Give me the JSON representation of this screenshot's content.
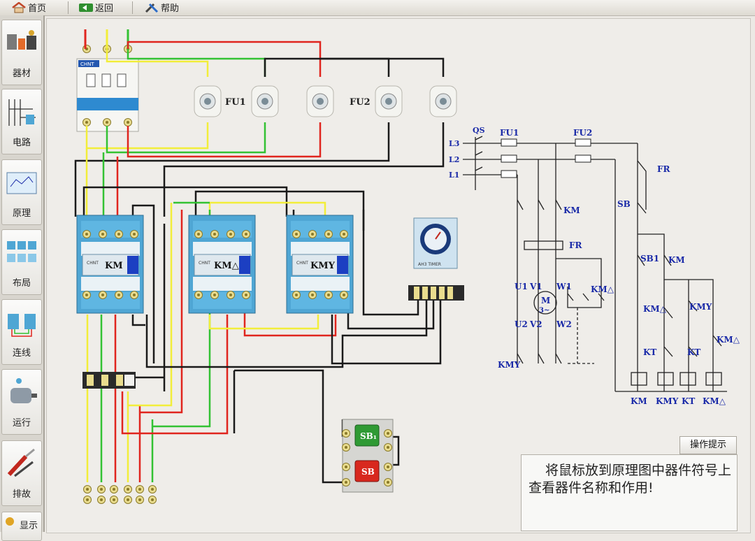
{
  "toolbar": {
    "home_label": "首页",
    "back_label": "返回",
    "help_label": "帮助"
  },
  "sidebar": {
    "items": [
      {
        "label": "器材"
      },
      {
        "label": "电路"
      },
      {
        "label": "原理"
      },
      {
        "label": "布局"
      },
      {
        "label": "连线"
      },
      {
        "label": "运行"
      },
      {
        "label": "排故"
      },
      {
        "label": "显示"
      }
    ]
  },
  "wiring": {
    "breaker_brand": "CHNT",
    "fuse1_label": "FU1",
    "fuse2_label": "FU2",
    "contactors": [
      {
        "brand": "CHNT",
        "label": "KM"
      },
      {
        "brand": "CHNT",
        "label": "KM△"
      },
      {
        "brand": "CHNT",
        "label": "KMY"
      }
    ],
    "timer_label": "AH3 TIMER",
    "buttons": [
      {
        "label": "SB₁"
      },
      {
        "label": "SB"
      }
    ]
  },
  "schematic": {
    "phases": [
      "L3",
      "L2",
      "L1"
    ],
    "qs": "QS",
    "fu1": "FU1",
    "fu2": "FU2",
    "fr": "FR",
    "km": "KM",
    "motor_m": "M",
    "motor_3": "3~",
    "u1": "U1",
    "v1": "V1",
    "w1": "W1",
    "u2": "U2",
    "v2": "V2",
    "w2": "W2",
    "km_delta": "KM△",
    "kmy": "KMY",
    "fr_ctrl": "FR",
    "sb": "SB",
    "sb1": "SB1",
    "km_hold": "KM",
    "km_delta_ctrl": "KM△",
    "kmy_ctrl": "KMY",
    "kt1": "KT",
    "kt2": "KT",
    "km_delta_hold": "KM△",
    "coils": [
      "KM",
      "KMY",
      "KT",
      "KM△"
    ]
  },
  "tip": {
    "button_label": "操作提示",
    "text": "将鼠标放到原理图中器件符号上查看器件名称和作用!"
  },
  "colors": {
    "wire_red": "#e0251e",
    "wire_green": "#33c233",
    "wire_yellow": "#f2ee3a",
    "wire_black": "#1a1a1a",
    "schematic_blue": "#1a2aa8",
    "contactor_blue": "#4fa6d4"
  }
}
